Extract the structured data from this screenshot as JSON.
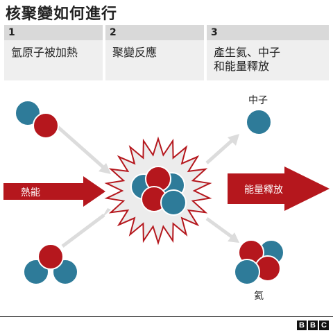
{
  "title": "核聚變如何進行",
  "steps": [
    {
      "number": "1",
      "text": "氫原子被加熱"
    },
    {
      "number": "2",
      "text": "聚變反應"
    },
    {
      "number": "3",
      "text": "產生氦、中子\n和能量釋放"
    }
  ],
  "diagram": {
    "heat_label": "熱能",
    "energy_label": "能量釋放",
    "neutron_label": "中子",
    "helium_label": "氦"
  },
  "colors": {
    "proton": "#b5171d",
    "neutron": "#2e7b99",
    "arrow_red": "#b5171d",
    "arrow_grey": "#dcdcdc"
  },
  "logo": [
    "B",
    "B",
    "C"
  ]
}
